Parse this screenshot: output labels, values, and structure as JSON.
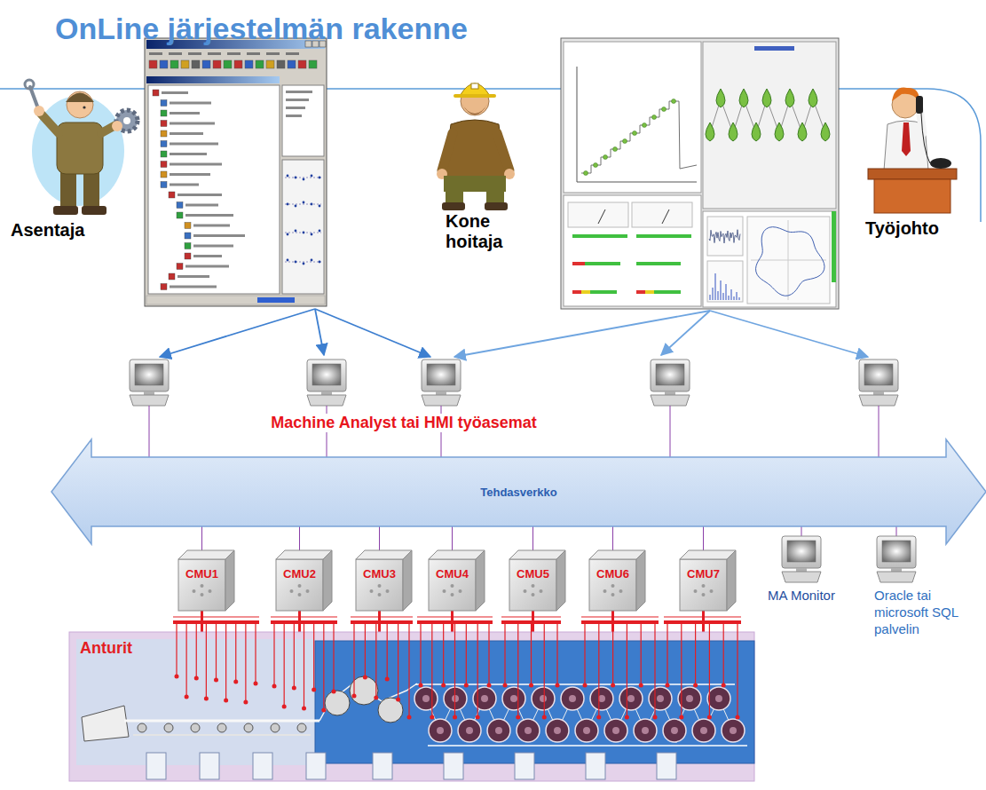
{
  "diagram": {
    "title": "OnLine järjestelmän rakenne",
    "nodes": [
      {
        "text": [
          "Tehdasverkko"
        ]
      },
      {
        "text": [
          "CMU1"
        ]
      },
      {
        "text": [
          "CMU2"
        ]
      },
      {
        "text": [
          "CMU3"
        ]
      },
      {
        "text": [
          "CMU4"
        ]
      },
      {
        "text": [
          "CMU5"
        ]
      },
      {
        "text": [
          "CMU6"
        ]
      },
      {
        "text": [
          "CMU7"
        ]
      },
      {
        "text": [
          "MA Monitor"
        ]
      },
      {
        "text": [
          "Oracle tai microsoft SQL palvelin"
        ]
      },
      {
        "text": [
          "Anturit"
        ]
      }
    ],
    "edges": [
      {
        "from": 1,
        "to": 0,
        "arrow": "none"
      },
      {
        "from": 2,
        "to": 0,
        "arrow": "none"
      },
      {
        "from": 3,
        "to": 0,
        "arrow": "none"
      },
      {
        "from": 4,
        "to": 0,
        "arrow": "none"
      },
      {
        "from": 5,
        "to": 0,
        "arrow": "none"
      },
      {
        "from": 6,
        "to": 0,
        "arrow": "none"
      },
      {
        "from": 7,
        "to": 0,
        "arrow": "none"
      },
      {
        "from": 8,
        "to": 0,
        "arrow": "none"
      },
      {
        "from": 9,
        "to": 0,
        "arrow": "none"
      },
      {
        "from": 1,
        "to": 10,
        "arrow": "none"
      },
      {
        "from": 2,
        "to": 10,
        "arrow": "none"
      },
      {
        "from": 3,
        "to": 10,
        "arrow": "none"
      },
      {
        "from": 4,
        "to": 10,
        "arrow": "none"
      },
      {
        "from": 5,
        "to": 10,
        "arrow": "none"
      },
      {
        "from": 6,
        "to": 10,
        "arrow": "none"
      },
      {
        "from": 7,
        "to": 10,
        "arrow": "none"
      }
    ],
    "labels": [
      "Asentaja",
      "Kone hoitaja",
      "Työjohto",
      "Machine Analyst tai HMI työasemat"
    ]
  }
}
